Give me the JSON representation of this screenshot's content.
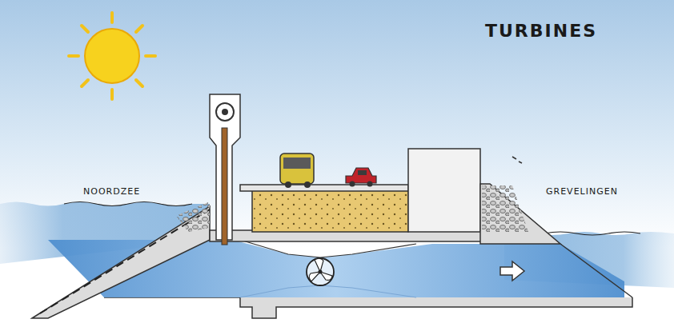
{
  "diagram": {
    "title": "TURBINES",
    "labels": [
      "NOORDZEE",
      "GREVELINGEN"
    ]
  }
}
